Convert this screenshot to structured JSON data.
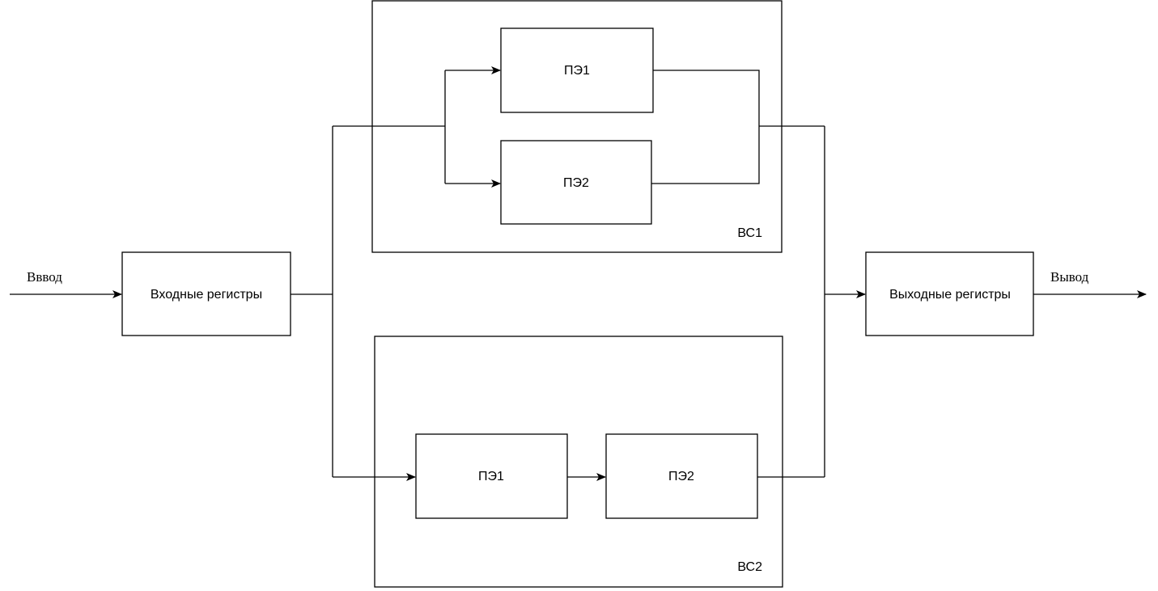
{
  "diagram": {
    "input_label": "Вввод",
    "output_label": "Вывод",
    "input_registers": "Входные регистры",
    "output_registers": "Выходные регистры",
    "vs1": {
      "label": "ВС1",
      "pe1": "ПЭ1",
      "pe2": "ПЭ2"
    },
    "vs2": {
      "label": "ВС2",
      "pe1": "ПЭ1",
      "pe2": "ПЭ2"
    }
  }
}
